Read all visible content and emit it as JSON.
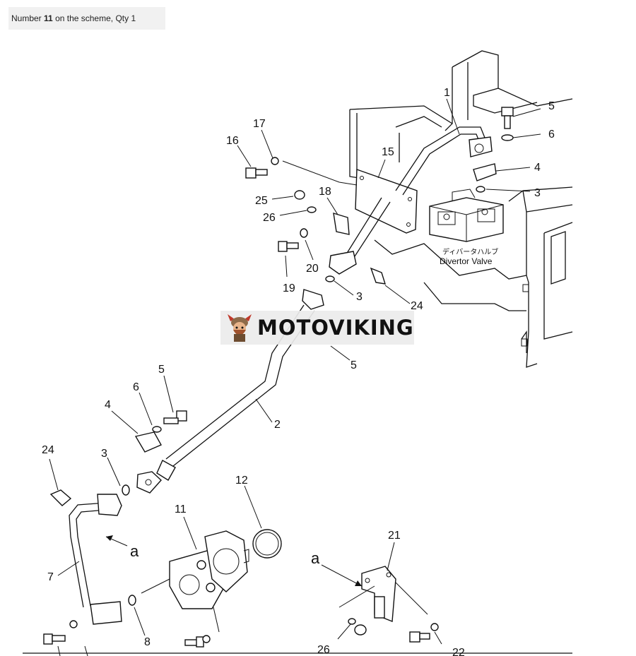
{
  "caption": {
    "prefix": "Number",
    "number": "11",
    "suffix": "on the scheme, Qty 1"
  },
  "divertor_label": {
    "japanese": "ディバータハルブ",
    "english": "Divertor Valve"
  },
  "watermark": {
    "brand": "MOTOVIKING",
    "logo_icon": "viking-mascot-icon"
  },
  "callouts": [
    "1",
    "2",
    "3",
    "3",
    "3",
    "4",
    "4",
    "5",
    "5",
    "5",
    "6",
    "6",
    "7",
    "8",
    "11",
    "12",
    "15",
    "16",
    "17",
    "18",
    "19",
    "20",
    "21",
    "24",
    "24",
    "25",
    "26",
    "26",
    "22",
    "a",
    "a"
  ]
}
